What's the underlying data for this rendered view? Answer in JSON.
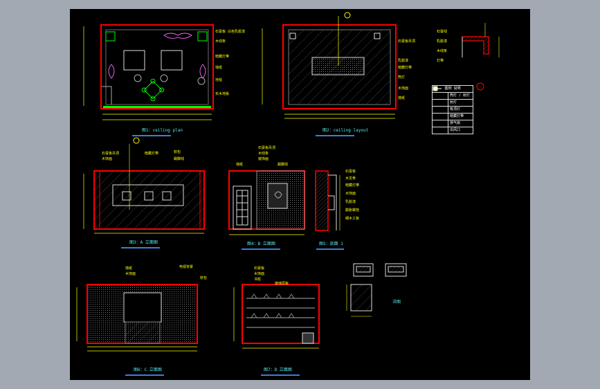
{
  "captions": {
    "plan": "图1：ceiling plan",
    "ceiling": "图2：ceiling layout",
    "elev_a": "图3：A 立面图",
    "elev_b": "图4：B 立面图",
    "section": "图5：剖面 1",
    "elev_c": "图6：C 立面图",
    "elev_d": "图7：D 立面图",
    "detail": "详图"
  },
  "legend": {
    "title": "图例 说明",
    "rows": [
      {
        "icon": "downlight-icon",
        "label": "筒灯 / 射灯"
      },
      {
        "icon": "spotlight-icon",
        "label": "射灯"
      },
      {
        "icon": "ceiling-lamp-icon",
        "label": "吸顶灯"
      },
      {
        "icon": "strip-light-icon",
        "label": "暗藏灯带"
      },
      {
        "icon": "exhaust-fan-icon",
        "label": "排气扇"
      },
      {
        "icon": "vent-icon",
        "label": "出风口"
      }
    ]
  },
  "plan_notes": [
    "石膏板 白色乳胶漆",
    "木线条",
    "暗藏灯带",
    "墙纸",
    "地毯",
    "实木地板"
  ],
  "ceiling_notes": [
    "石膏板吊顶",
    "乳胶漆",
    "暗藏灯带",
    "筒灯",
    "木饰面",
    "墙纸"
  ],
  "elev_a_notes": [
    "石膏板吊顶",
    "木饰面",
    "暗藏灯带",
    "软包",
    "踢脚线"
  ],
  "elev_b_notes": [
    "石膏板吊顶",
    "木线条",
    "装饰画",
    "墙纸",
    "踢脚线"
  ],
  "section_notes": [
    "石膏板",
    "木龙骨",
    "暗藏灯带",
    "木饰面",
    "乳胶漆",
    "膨胀螺栓",
    "细木工板"
  ],
  "elev_c_notes": [
    "墙纸",
    "木饰面",
    "电视背景",
    "软包"
  ],
  "elev_d_notes": [
    "石膏板",
    "木饰面",
    "书柜",
    "玻璃层板"
  ],
  "top_detail_notes": [
    "石膏线",
    "乳胶漆",
    "木线条",
    "灯带"
  ],
  "colors": {
    "background": "#000000",
    "frame": "#a3a9b2",
    "wall": "#ff0000",
    "dimension": "#ffff00",
    "accent": "#00ffff",
    "floor": "#00ff00",
    "ornament": "#ff66ff",
    "caption_underline": "#3a7fd6"
  }
}
